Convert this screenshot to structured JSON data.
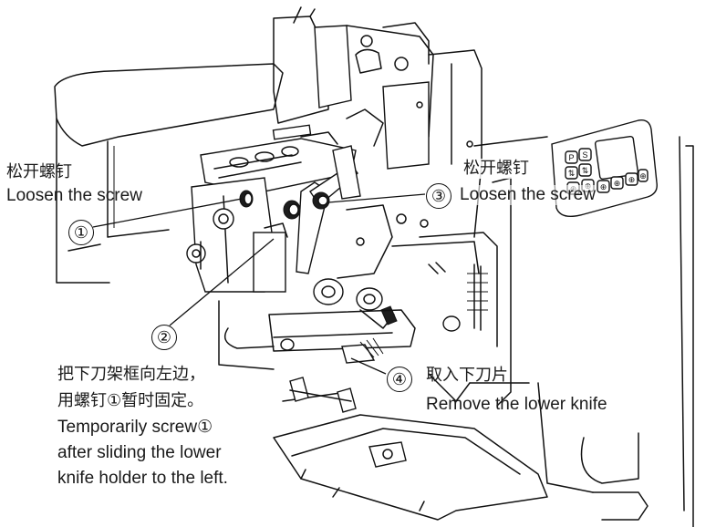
{
  "callouts": {
    "c1": {
      "number": "①",
      "cn": "松开螺钉",
      "en": "Loosen the screw"
    },
    "c2": {
      "number": "②"
    },
    "c3": {
      "number": "③",
      "cn": "松开螺钉",
      "en": "Loosen the screw"
    },
    "c4": {
      "number": "④",
      "cn": "取入下刀片",
      "en": "Remove the lower knife"
    },
    "note": {
      "cn_line1": "把下刀架框向左边，",
      "cn_line2": "用螺钉①暂时固定。",
      "en_line1": "Temporarily screw①",
      "en_line2": "after sliding the lower",
      "en_line3": "knife holder to the left."
    }
  },
  "panel": {
    "button_glyphs": [
      "P",
      "S",
      "⇅",
      "⇅",
      "⊕",
      "⊕",
      "⊕",
      "⊕",
      "⊕",
      "⊕"
    ]
  }
}
